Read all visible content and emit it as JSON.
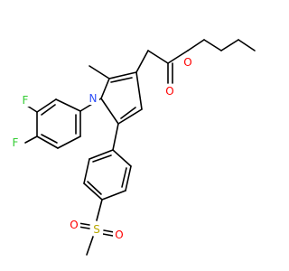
{
  "atoms": {
    "O_ester_single": {
      "symbol": "O",
      "color": "#ff0000"
    },
    "O_ester_carbonyl": {
      "symbol": "O",
      "color": "#ff0000"
    },
    "F_upper": {
      "symbol": "F",
      "color": "#33cc33"
    },
    "F_lower": {
      "symbol": "F",
      "color": "#33cc33"
    },
    "N_pyrrole": {
      "symbol": "N",
      "color": "#3050f8"
    },
    "S_sulfonyl": {
      "symbol": "S",
      "color": "#b8a800"
    },
    "O_sulfonyl_left": {
      "symbol": "O",
      "color": "#ff0000"
    },
    "O_sulfonyl_right": {
      "symbol": "O",
      "color": "#ff0000"
    }
  },
  "colors": {
    "bond": "#000000",
    "background": "#ffffff"
  }
}
